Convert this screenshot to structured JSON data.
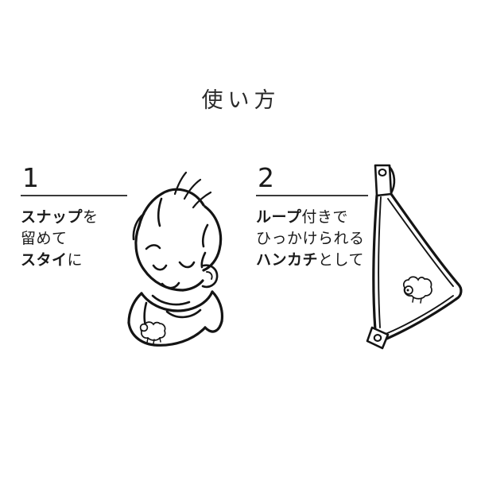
{
  "page": {
    "title": "使い方",
    "background_color": "#ffffff",
    "ink_color": "#141414"
  },
  "steps": [
    {
      "number": "1",
      "lines": [
        {
          "kata": "スナップ",
          "hira": "を"
        },
        {
          "kata": "",
          "hira": "留めて"
        },
        {
          "kata": "スタイ",
          "hira": "に"
        }
      ],
      "illustration": "baby-wearing-bib-illustration"
    },
    {
      "number": "2",
      "lines": [
        {
          "kata": "ループ",
          "hira": "付きで"
        },
        {
          "kata": "",
          "hira": "ひっかけられる"
        },
        {
          "kata": "ハンカチ",
          "hira": "として"
        }
      ],
      "illustration": "hanging-bandana-bib-illustration"
    }
  ],
  "icons": {
    "sheep": "sheep-motif-icon",
    "snap_top": "snap-button-tab-top-icon",
    "snap_bottom": "snap-button-tab-bottom-icon"
  }
}
